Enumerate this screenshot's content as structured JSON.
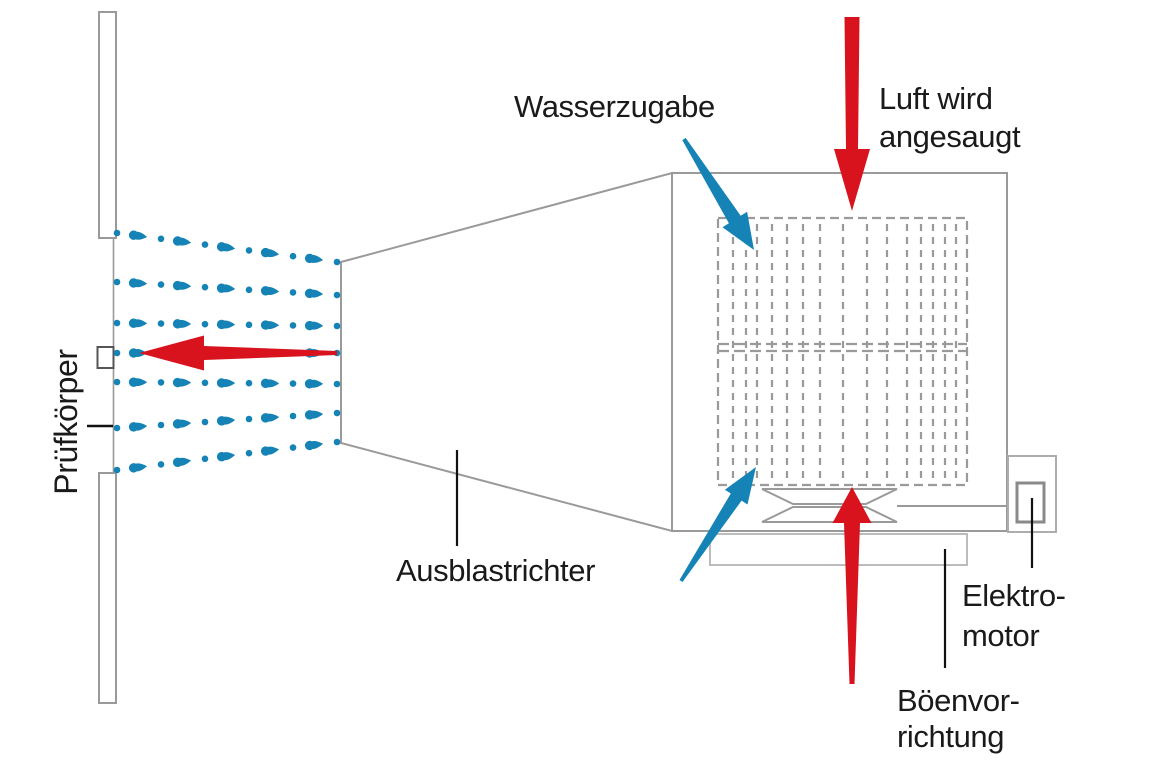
{
  "page": {
    "background": "#ffffff"
  },
  "labels": {
    "pruefkoerper": "Prüfkörper",
    "wasserzugabe": "Wasserzugabe",
    "luft_line1": "Luft wird",
    "luft_line2": "angesaugt",
    "ausblastrichter": "Ausblastrichter",
    "elektromotor_line1": "Elektro-",
    "elektromotor_line2": "motor",
    "boenvorrichtung_line1": "Böenvor-",
    "boenvorrichtung_line2": "richtung"
  },
  "colors": {
    "spray_blue": "#1583b5",
    "arrow_red": "#d8131d",
    "outline_gray": "#9a9a9a",
    "platform_gray": "#bcbcbc",
    "motor_outer_gray": "#adadad",
    "motor_inner_gray": "#8a8a8a",
    "bracket_gray": "#555555",
    "leader_black": "#111111",
    "text_black": "#1a1a1a"
  },
  "icons": {
    "spray_droplet": "water-droplet-icon",
    "red_arrow_left": "airflow-arrow-left-icon",
    "red_arrow_down": "air-intake-arrow-down-icon",
    "red_arrow_up": "gust-arrow-up-icon",
    "blue_arrow_top": "water-inlet-arrow-icon",
    "blue_arrow_bottom": "water-inlet-arrow-icon"
  }
}
